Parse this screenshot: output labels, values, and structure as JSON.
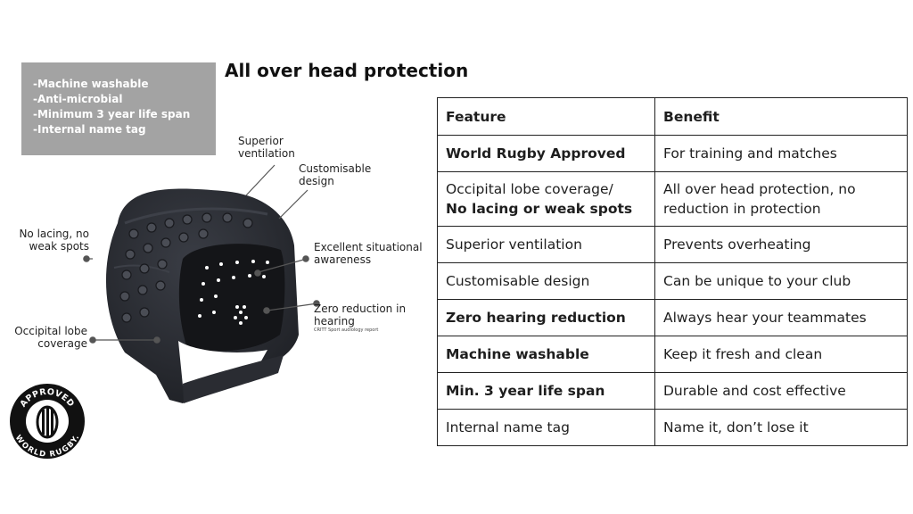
{
  "features_box": {
    "items": [
      "-Machine washable",
      "-Anti-microbial",
      "-Minimum 3 year life span",
      "-Internal name tag"
    ]
  },
  "title": "All over head protection",
  "callouts": {
    "superior_ventilation": [
      "Superior",
      "ventilation"
    ],
    "customisable_design": [
      "Customisable",
      "design"
    ],
    "no_lacing": [
      "No lacing, no",
      "weak spots"
    ],
    "situational_awareness": [
      "Excellent situational",
      "awareness"
    ],
    "zero_reduction": [
      "Zero reduction in",
      "hearing"
    ],
    "zero_reduction_note": "CRITT Sport audiology report",
    "occipital": [
      "Occipital lobe",
      "coverage"
    ]
  },
  "table": {
    "headers": [
      "Feature",
      "Benefit"
    ],
    "rows": [
      {
        "feature": "World Rugby Approved",
        "benefit": "For training and matches"
      },
      {
        "feature_line1": "Occipital lobe coverage/",
        "feature_line2": "No lacing or weak spots",
        "benefit_line1": "All over head protection, no",
        "benefit_line2": "reduction in protection"
      },
      {
        "feature": "Superior ventilation",
        "benefit": "Prevents overheating"
      },
      {
        "feature": "Customisable design",
        "benefit": "Can be unique to your club"
      },
      {
        "feature": "Zero hearing reduction",
        "benefit": "Always hear your teammates"
      },
      {
        "feature": "Machine washable",
        "benefit": "Keep it fresh and clean"
      },
      {
        "feature": "Min. 3 year life span",
        "benefit": "Durable and cost effective"
      },
      {
        "feature": "Internal name tag",
        "benefit": "Name it, don’t lose it"
      }
    ]
  },
  "badge": {
    "top_text": "APPROVED",
    "bottom_text": "WORLD RUGBY."
  },
  "colors": {
    "features_box_bg": "#a3a3a3",
    "helmet": "#2b2d33",
    "text": "#111111"
  }
}
